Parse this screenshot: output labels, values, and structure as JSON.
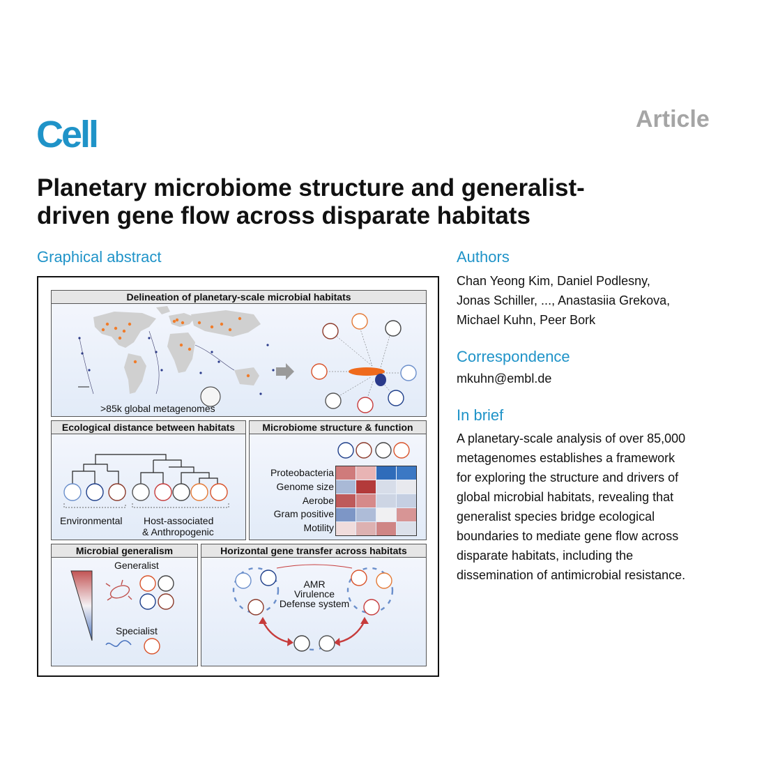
{
  "journal": {
    "logo": "Cell",
    "article_type": "Article"
  },
  "title_line1": "Planetary microbiome structure and generalist-",
  "title_line2": "driven gene flow across disparate habitats",
  "graphical_abstract": {
    "heading": "Graphical abstract",
    "panel1": {
      "title": "Delineation of planetary-scale microbial habitats",
      "caption": ">85k global metagenomes"
    },
    "panel2": {
      "title": "Ecological distance between habitats",
      "left_label": "Environmental",
      "right_label_1": "Host-associated",
      "right_label_2": "& Anthropogenic"
    },
    "panel3": {
      "title": "Microbiome structure & function",
      "rows": [
        "Proteobacteria",
        "Genome size",
        "Aerobe",
        "Gram positive",
        "Motility"
      ]
    },
    "panel4": {
      "title": "Microbial generalism",
      "top_label": "Generalist",
      "bottom_label": "Specialist"
    },
    "panel5": {
      "title": "Horizontal gene transfer across habitats",
      "line1": "AMR",
      "line2": "Virulence",
      "line3": "Defense system"
    }
  },
  "authors": {
    "heading": "Authors",
    "line1": "Chan Yeong Kim, Daniel Podlesny,",
    "line2": "Jonas Schiller, ..., Anastasiia Grekova,",
    "line3": "Michael Kuhn, Peer Bork"
  },
  "correspondence": {
    "heading": "Correspondence",
    "email": "mkuhn@embl.de"
  },
  "in_brief": {
    "heading": "In brief",
    "lines": [
      "A planetary-scale analysis of over 85,000",
      "metagenomes establishes a framework",
      "for exploring the structure and drivers of",
      "global microbial habitats, revealing that",
      "generalist species bridge ecological",
      "boundaries to mediate gene flow across",
      "disparate habitats, including the",
      "dissemination of antimicrobial resistance."
    ]
  },
  "heatmap_colors": [
    [
      "#cf7b7b",
      "#e8b4b4",
      "#2f6cba",
      "#3b78c4"
    ],
    [
      "#a9b9d6",
      "#b33a3a",
      "#d7dde9",
      "#e8e9ee"
    ],
    [
      "#be5a5a",
      "#d68a8a",
      "#cdd5e4",
      "#c5cfe2"
    ],
    [
      "#7d96c6",
      "#aebcd8",
      "#f0f0f2",
      "#d79595"
    ],
    [
      "#f0dcdc",
      "#ddb1b1",
      "#cf8585",
      "#dbe0ea"
    ]
  ]
}
